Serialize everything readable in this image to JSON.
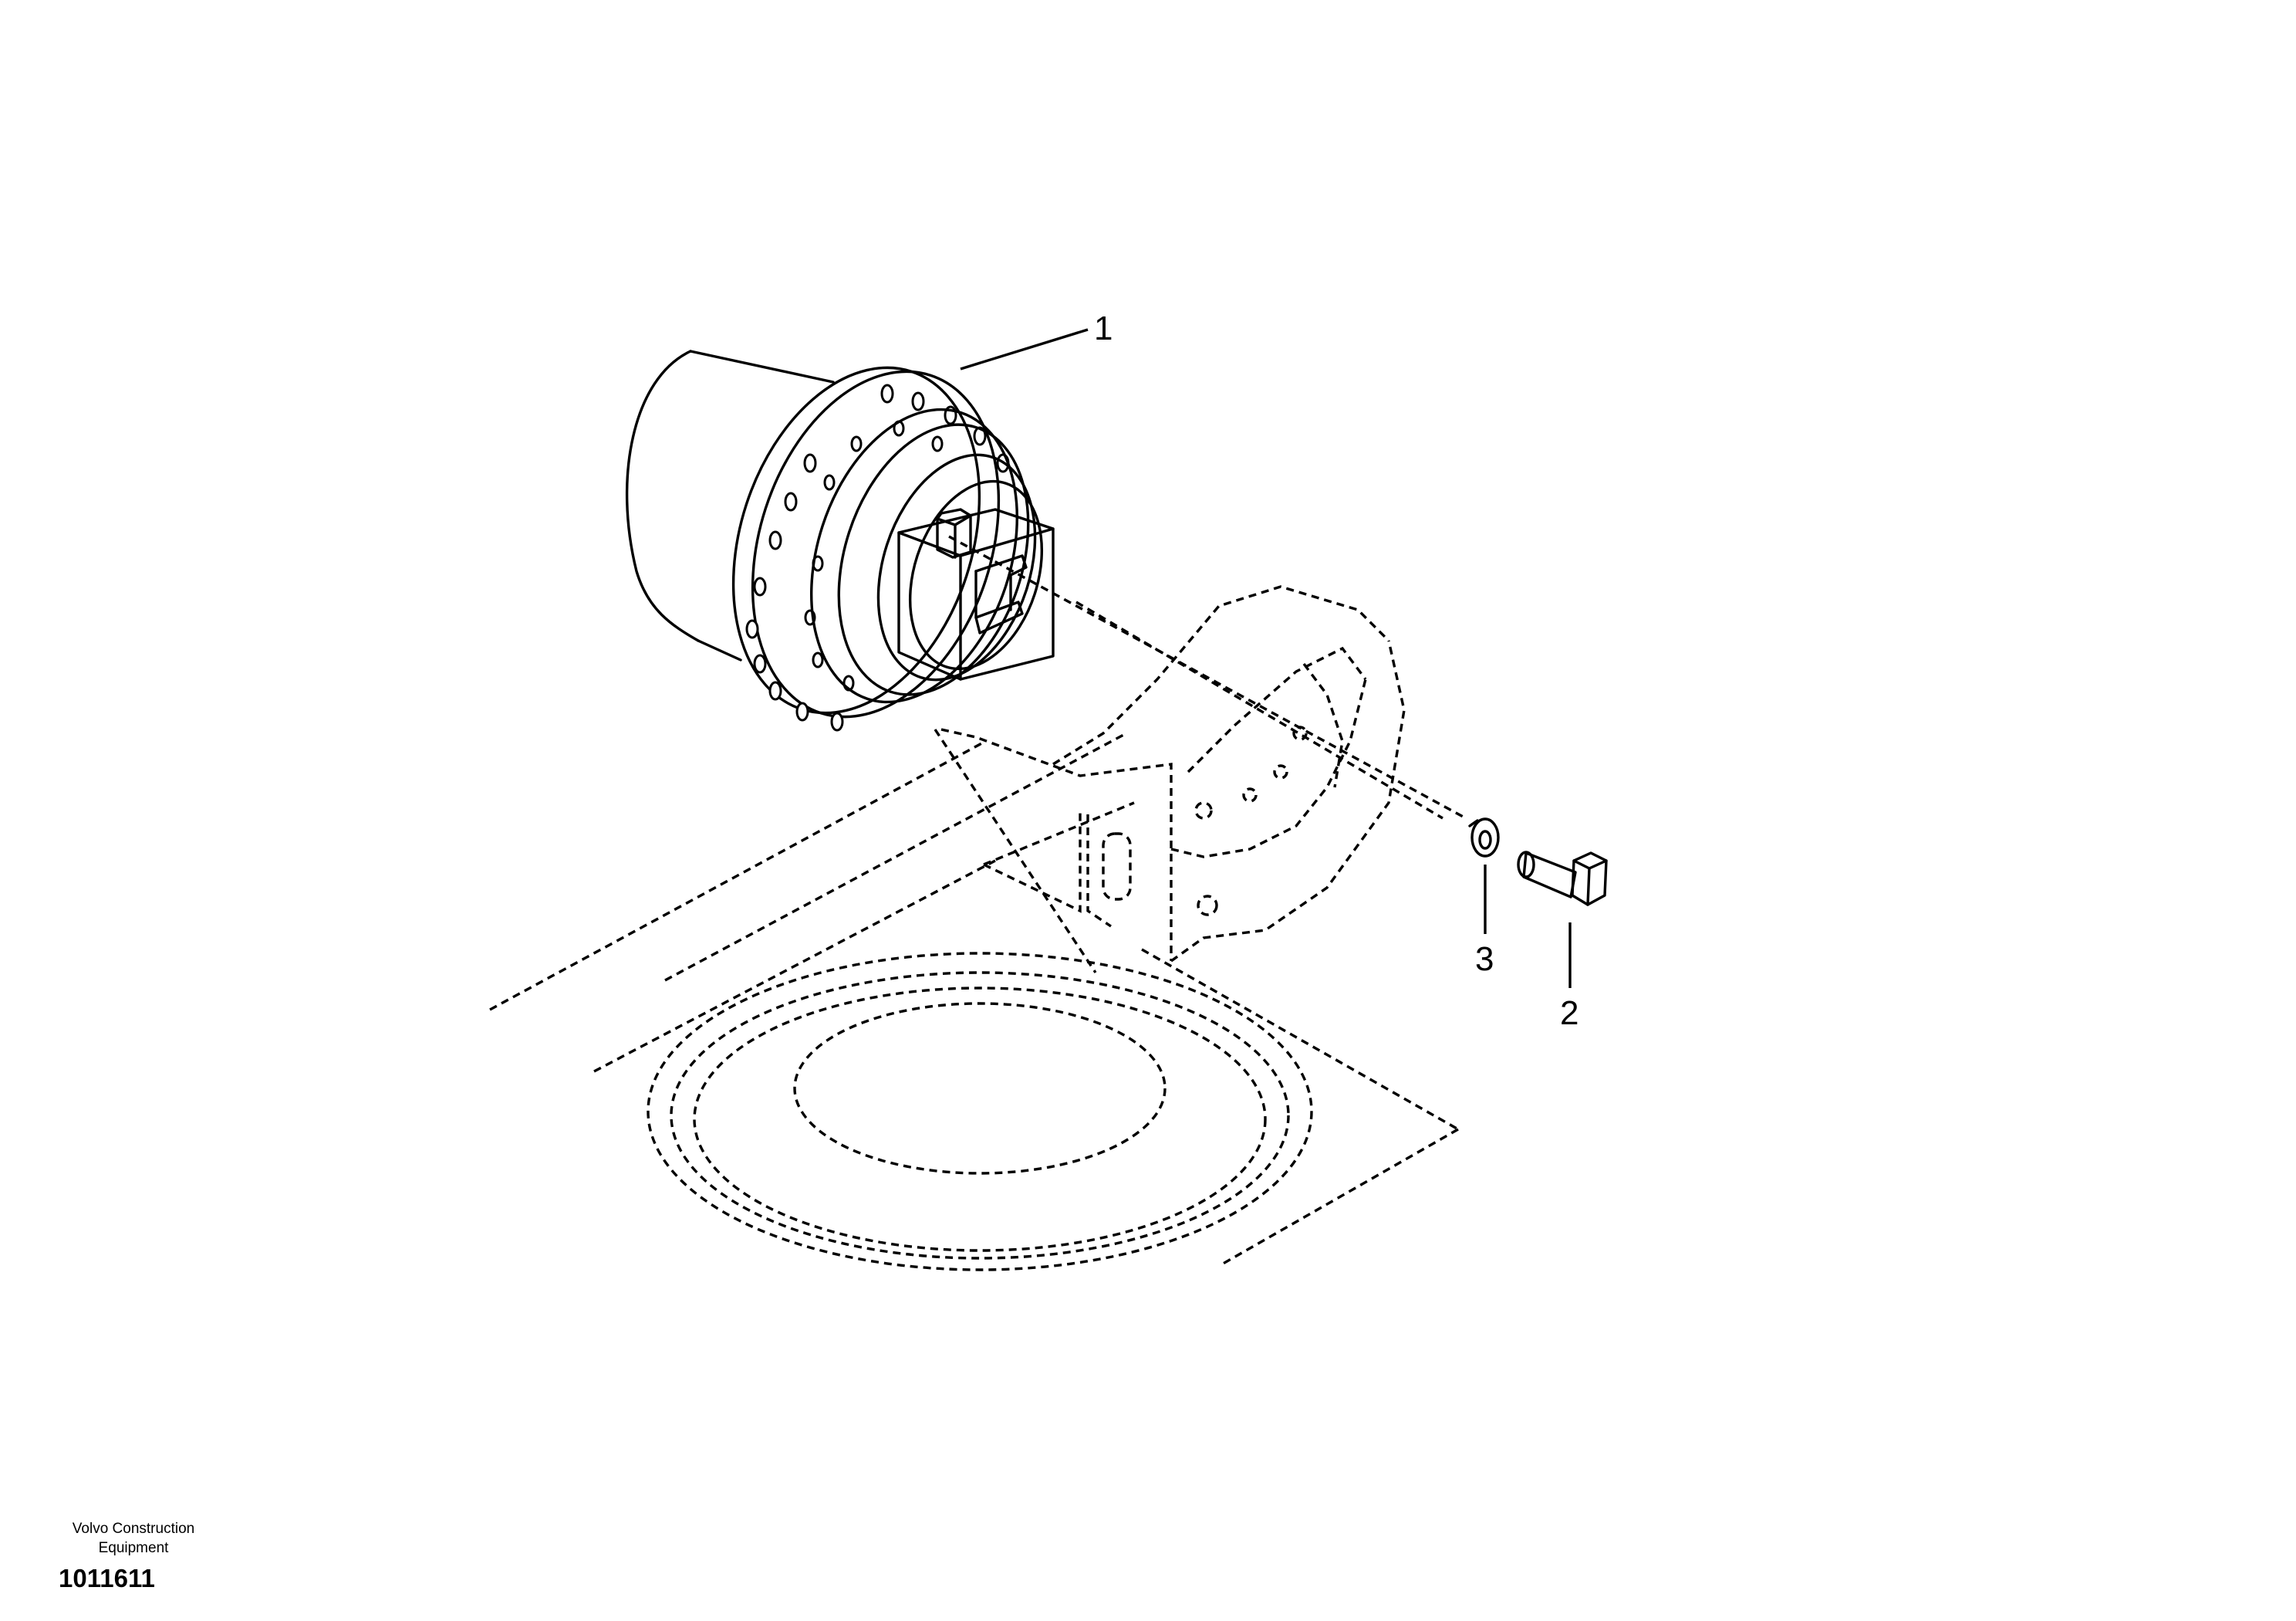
{
  "callouts": [
    {
      "id": "1",
      "label": "1"
    },
    {
      "id": "2",
      "label": "2"
    },
    {
      "id": "3",
      "label": "3"
    }
  ],
  "footer": {
    "brand_line1": "Volvo Construction",
    "brand_line2": "Equipment",
    "reference": "1011611"
  }
}
